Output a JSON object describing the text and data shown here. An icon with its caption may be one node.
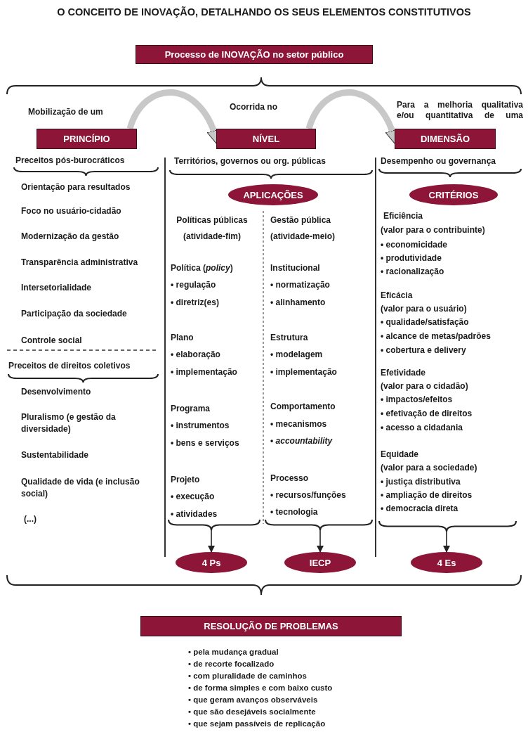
{
  "diagram": {
    "title": "O CONCEITO DE INOVAÇÃO, DETALHANDO OS SEUS ELEMENTOS CONSTITUTIVOS",
    "nodes": [
      {
        "text": [
          "Processo de INOVAÇÃO no setor público"
        ]
      },
      {
        "text": [
          "PRINCÍPIO"
        ],
        "beside": [
          "Mobilização de um"
        ]
      },
      {
        "text": [
          "NÍVEL"
        ],
        "beside": [
          "Ocorrida no"
        ]
      },
      {
        "text": [
          "DIMENSÃO"
        ],
        "beside": [
          "Para a melhoria qualitativa e/ou quantitativa de uma"
        ]
      },
      {
        "text": [
          "APLICAÇÕES"
        ]
      },
      {
        "text": [
          "CRITÉRIOS"
        ]
      },
      {
        "text": [
          "4 Ps"
        ]
      },
      {
        "text": [
          "IECP"
        ]
      },
      {
        "text": [
          "4 Es"
        ]
      },
      {
        "text": [
          "RESOLUÇÃO DE PROBLEMAS"
        ]
      },
      {
        "text": [],
        "shape": "brace"
      },
      {
        "text": [],
        "shape": "brace"
      },
      {
        "text": [],
        "shape": "brace"
      }
    ],
    "edges": [
      {
        "from": 1,
        "to": 2,
        "arrow": "to",
        "style": "thick",
        "color": "#c8c8c8"
      },
      {
        "from": 2,
        "to": 3,
        "arrow": "to",
        "style": "thick",
        "color": "#c8c8c8"
      },
      {
        "from": 10,
        "to": 6,
        "arrow": "to"
      },
      {
        "from": 11,
        "to": 7,
        "arrow": "to"
      },
      {
        "from": 12,
        "to": 8,
        "arrow": "to"
      }
    ],
    "labels": [
      "Preceitos pós-burocráticos",
      "Orientação para resultados",
      "Foco no usuário-cidadão",
      "Modernização da gestão",
      "Transparência administrativa",
      "Intersetorialidade",
      "Participação da sociedade",
      "Controle social",
      "Preceitos de direitos coletivos",
      "Desenvolvimento",
      "Pluralismo (e gestão da diversidade)",
      "Sustentabilidade",
      "Qualidade de vida (e inclusão social)",
      "(...)",
      "Territórios, governos ou org. públicas",
      "Políticas públicas (atividade-fim)",
      "Política (*policy*)",
      "• regulação",
      "• diretriz(es)",
      "Plano",
      "• elaboração",
      "• implementação",
      "Programa",
      "• instrumentos",
      "• bens e serviços",
      "Projeto",
      "• execução",
      "• atividades",
      "Gestão pública (atividade-meio)",
      "Institucional",
      "• normatização",
      "• alinhamento",
      "Estrutura",
      "• modelagem",
      "• implementação",
      "Comportamento",
      "• mecanismos",
      "• *accountability*",
      "Processo",
      "• recursos/funções",
      "• tecnologia",
      "Desempenho ou governança",
      "Eficiência",
      "(valor para o contribuinte)",
      "• economicidade",
      "• produtividade",
      "• racionalização",
      "Eficácia",
      "(valor para o usuário)",
      "• qualidade/satisfação",
      "• alcance de metas/padrões",
      "• cobertura e delivery",
      "Efetividade",
      "(valor para o cidadão)",
      "• impactos/efeitos",
      "• efetivação de direitos",
      "• acesso a cidadania",
      "Equidade",
      "(valor para a sociedade)",
      "• justiça distributiva",
      "• ampliação de direitos",
      "• democracia direta",
      "• pela mudança gradual",
      "• de recorte focalizado",
      "• com pluralidade de caminhos",
      "• de forma simples e com baixo custo",
      "• que geram avanços observáveis",
      "• que são desejáveis socialmente",
      "• que sejam passíveis de replicação"
    ]
  }
}
